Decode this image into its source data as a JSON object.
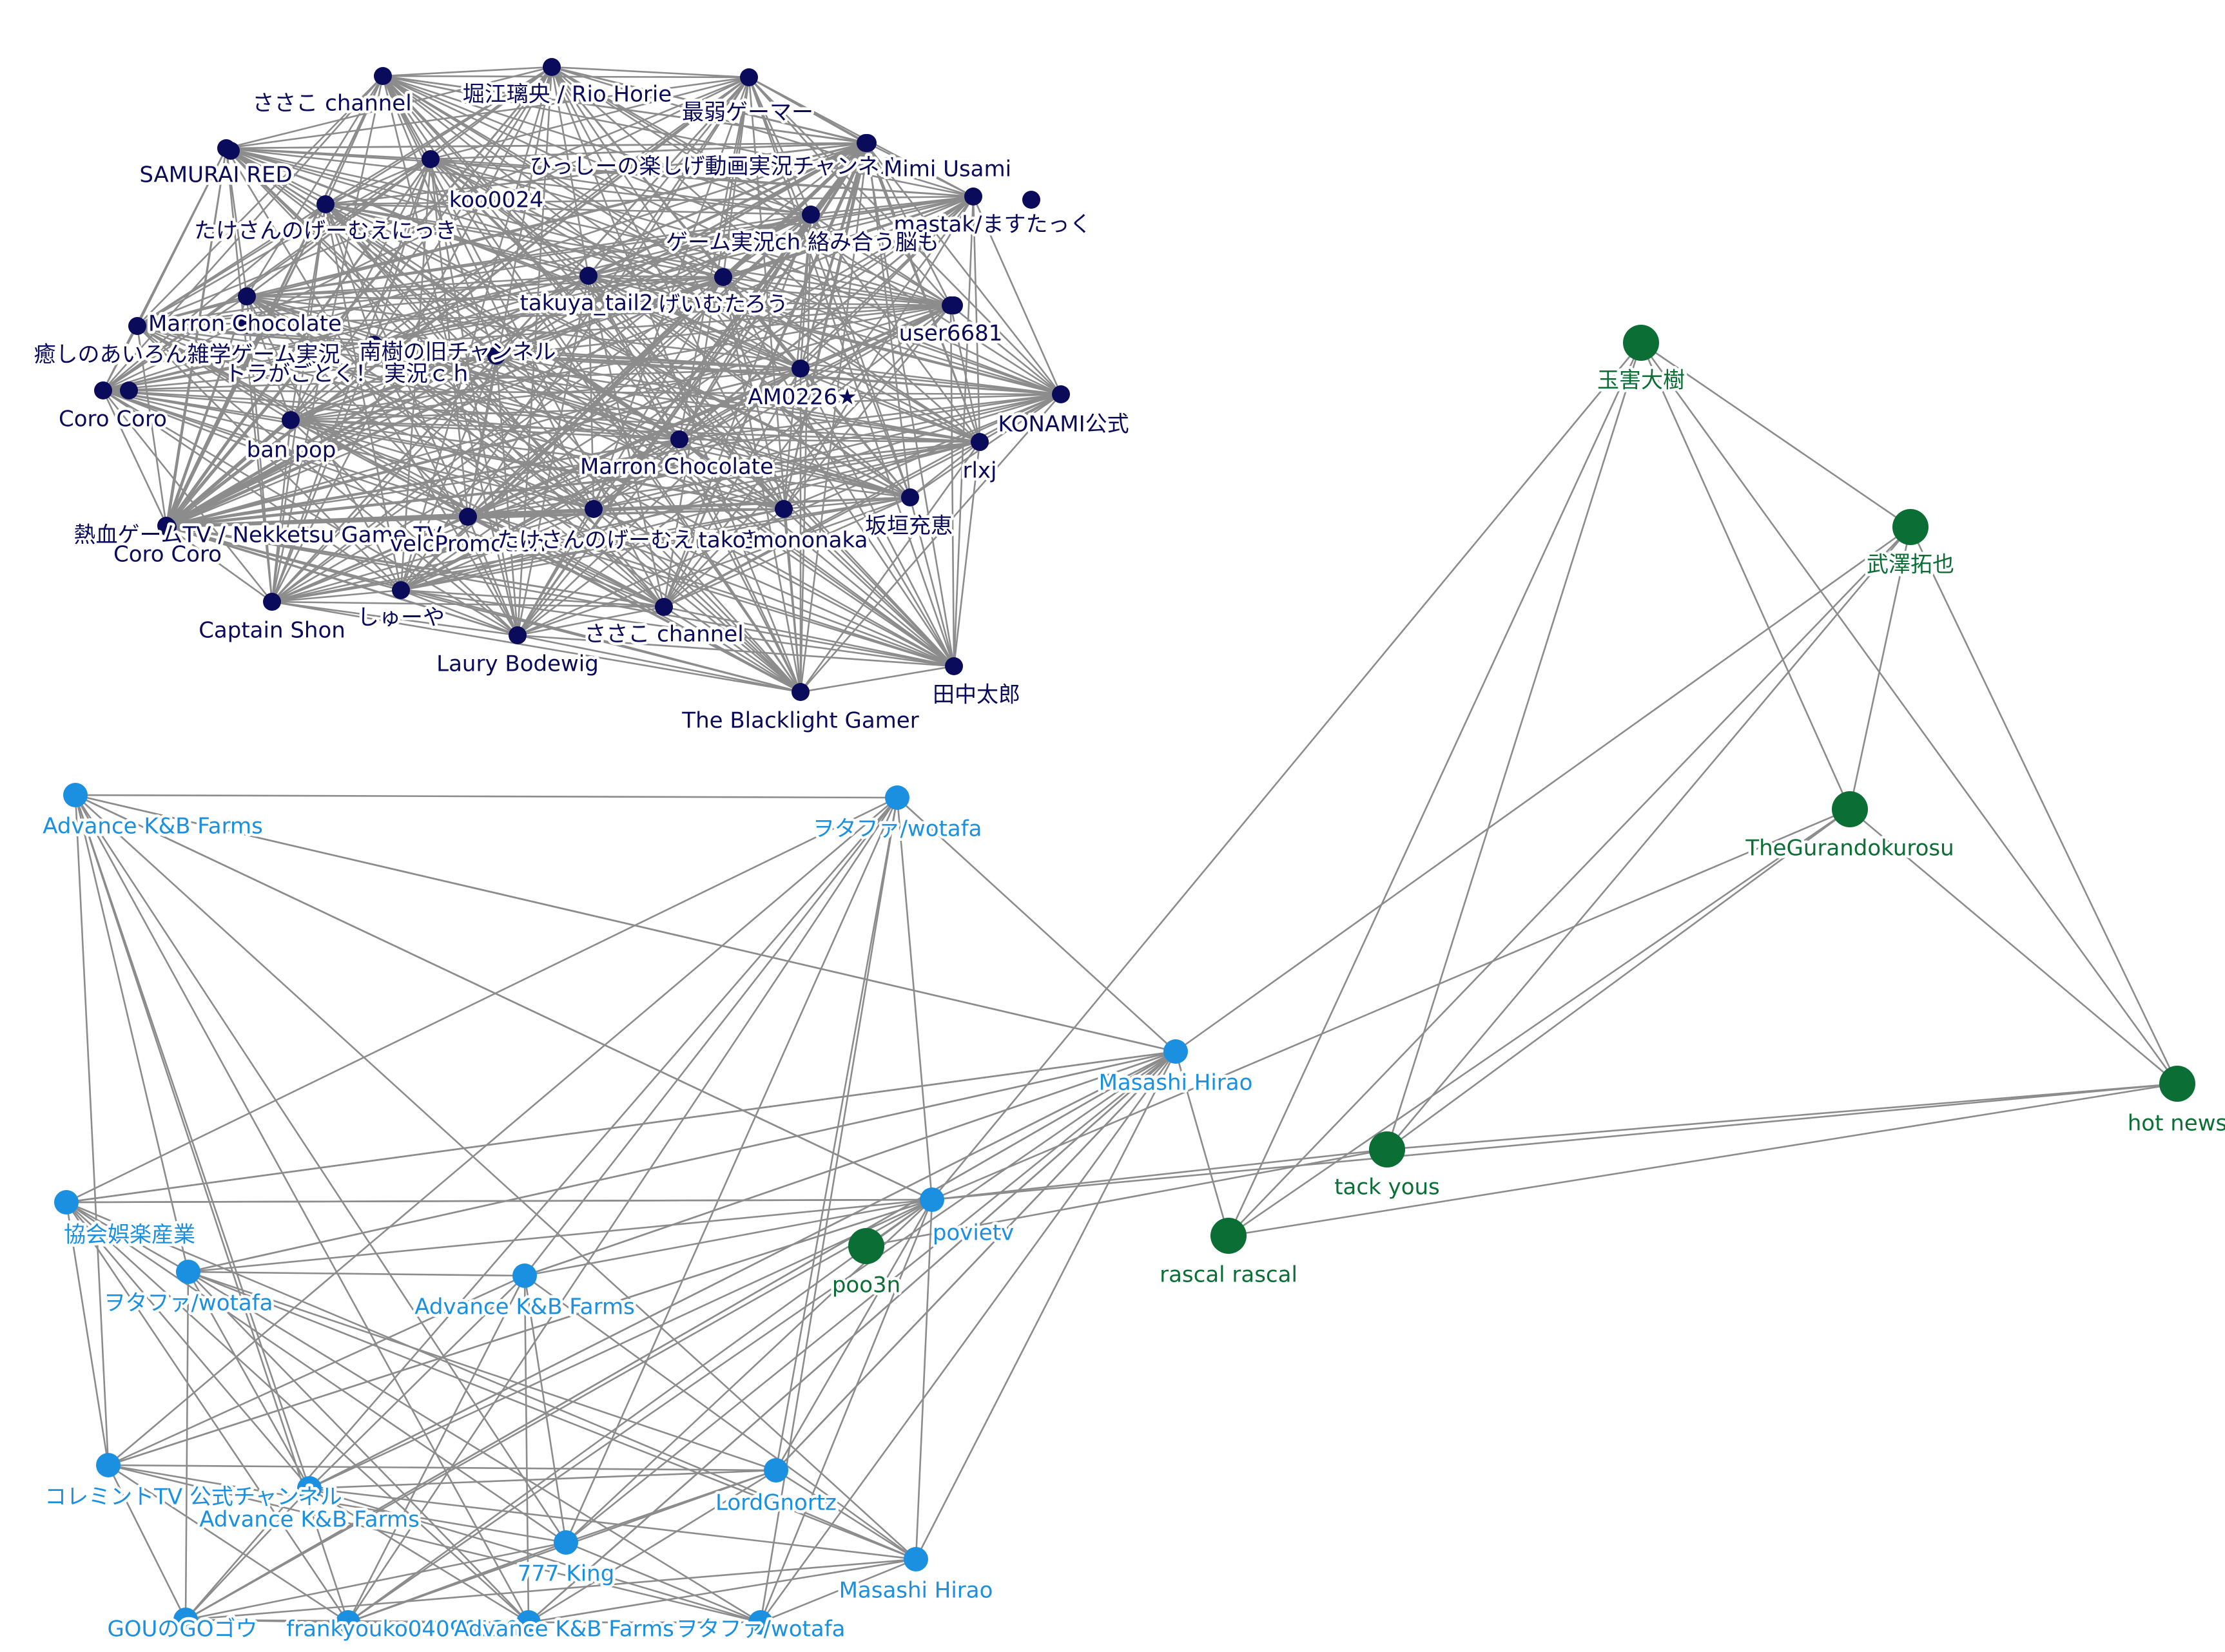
{
  "colors": {
    "background": "#ffffff",
    "edge": "#8c8c8c",
    "cluster_navy": "#0b0b5c",
    "cluster_blue": "#1b8fe0",
    "cluster_green": "#0b6e35"
  },
  "graph": {
    "clusters": [
      {
        "id": "navy",
        "nodes": [
          {
            "id": "n1",
            "label": "ささこ channel"
          },
          {
            "id": "n2",
            "label": "堀江璃央 / Rio Horie"
          },
          {
            "id": "n3",
            "label": "最弱ゲーマー"
          },
          {
            "id": "n4",
            "label": "ひっしーの楽しげ動画実況チャンネル"
          },
          {
            "id": "n5",
            "label": "Mimi Usami"
          },
          {
            "id": "n6",
            "label": "SAMURAI RED"
          },
          {
            "id": "n7",
            "label": "koo0024"
          },
          {
            "id": "n8",
            "label": "たけさんのげーむえにっき"
          },
          {
            "id": "n9",
            "label": "mastak/ますたっく"
          },
          {
            "id": "n10",
            "label": "ゲーム実況ch 絡み合う脳も"
          },
          {
            "id": "n11",
            "label": "takuya_tail2"
          },
          {
            "id": "n12",
            "label": "げいむたろう"
          },
          {
            "id": "n13",
            "label": "Marron Chocolate"
          },
          {
            "id": "n14",
            "label": "user6681"
          },
          {
            "id": "n15",
            "label": "癒しのあいろん雑学ゲーム実況"
          },
          {
            "id": "n16",
            "label": "南樹の旧チャンネル"
          },
          {
            "id": "n17",
            "label": "トラがごとく！ 実況ｃｈ"
          },
          {
            "id": "n18",
            "label": "AM0226★"
          },
          {
            "id": "n19",
            "label": "Coro Coro"
          },
          {
            "id": "n20",
            "label": "KONAMI公式"
          },
          {
            "id": "n21",
            "label": "ban pop"
          },
          {
            "id": "n22",
            "label": "Marron Chocolate"
          },
          {
            "id": "n23",
            "label": "rlxj"
          },
          {
            "id": "n24",
            "label": "熱血ゲームTV / Nekketsu Game TV"
          },
          {
            "id": "n25",
            "label": "Coro Coro"
          },
          {
            "id": "n26",
            "label": "velcPromotion"
          },
          {
            "id": "n27",
            "label": "たけさんのげーむえにっき"
          },
          {
            "id": "n28",
            "label": "tako mononaka"
          },
          {
            "id": "n29",
            "label": "坂垣充恵"
          },
          {
            "id": "n30",
            "label": "Captain Shon"
          },
          {
            "id": "n31",
            "label": "しゅーや"
          },
          {
            "id": "n32",
            "label": "ささこ channel"
          },
          {
            "id": "n33",
            "label": "Laury Bodewig"
          },
          {
            "id": "n34",
            "label": "The Blacklight Gamer"
          },
          {
            "id": "n35",
            "label": "田中太郎"
          }
        ]
      },
      {
        "id": "blue",
        "nodes": [
          {
            "id": "b1",
            "label": "Advance K&B Farms"
          },
          {
            "id": "b2",
            "label": "ヲタファ/wotafa"
          },
          {
            "id": "b3",
            "label": "Masashi Hirao"
          },
          {
            "id": "b4",
            "label": "協会娯楽産業"
          },
          {
            "id": "b5",
            "label": "povietv"
          },
          {
            "id": "b6",
            "label": "ヲタファ/wotafa"
          },
          {
            "id": "b7",
            "label": "Advance K&B Farms"
          },
          {
            "id": "b8",
            "label": "コレミントTV 公式チャンネル"
          },
          {
            "id": "b9",
            "label": "Advance K&B Farms"
          },
          {
            "id": "b10",
            "label": "LordGnortz"
          },
          {
            "id": "b11",
            "label": "777 King"
          },
          {
            "id": "b12",
            "label": "Masashi Hirao"
          },
          {
            "id": "b13",
            "label": "GOUのGOゴウ"
          },
          {
            "id": "b14",
            "label": "frankyouko04090120"
          },
          {
            "id": "b15",
            "label": "Advance K&B Farms"
          },
          {
            "id": "b16",
            "label": "ヲタファ/wotafa"
          }
        ]
      },
      {
        "id": "green",
        "nodes": [
          {
            "id": "g1",
            "label": "玉害大樹"
          },
          {
            "id": "g2",
            "label": "武澤拓也"
          },
          {
            "id": "g3",
            "label": "TheGurandokurosu"
          },
          {
            "id": "g4",
            "label": "hot news"
          },
          {
            "id": "g5",
            "label": "tack yous"
          },
          {
            "id": "g6",
            "label": "rascal rascal"
          },
          {
            "id": "g7",
            "label": "poo3n"
          }
        ]
      }
    ],
    "edges": [
      [
        "g1",
        "g2"
      ],
      [
        "g1",
        "g3"
      ],
      [
        "g1",
        "g4"
      ],
      [
        "g1",
        "g5"
      ],
      [
        "g1",
        "g6"
      ],
      [
        "g1",
        "b5"
      ],
      [
        "g2",
        "g3"
      ],
      [
        "g2",
        "g4"
      ],
      [
        "g2",
        "g5"
      ],
      [
        "g2",
        "g6"
      ],
      [
        "g2",
        "b3"
      ],
      [
        "g3",
        "g4"
      ],
      [
        "g3",
        "g5"
      ],
      [
        "g3",
        "g6"
      ],
      [
        "g3",
        "b5"
      ],
      [
        "g4",
        "g5"
      ],
      [
        "g4",
        "g6"
      ],
      [
        "g4",
        "b5"
      ],
      [
        "g5",
        "g7"
      ],
      [
        "g5",
        "b5"
      ],
      [
        "b3",
        "g6"
      ],
      [
        "b3",
        "b1"
      ],
      [
        "b3",
        "b2"
      ],
      [
        "b3",
        "b4"
      ],
      [
        "b3",
        "b7"
      ],
      [
        "b3",
        "b9"
      ],
      [
        "b3",
        "b10"
      ],
      [
        "b3",
        "b11"
      ],
      [
        "b3",
        "b13"
      ],
      [
        "b3",
        "b14"
      ],
      [
        "b3",
        "b6"
      ],
      [
        "b3",
        "b15"
      ],
      [
        "b5",
        "b1"
      ],
      [
        "b5",
        "b4"
      ],
      [
        "b5",
        "b6"
      ],
      [
        "b5",
        "b9"
      ],
      [
        "b5",
        "b8"
      ],
      [
        "b5",
        "b12"
      ],
      [
        "b5",
        "g7"
      ]
    ]
  }
}
